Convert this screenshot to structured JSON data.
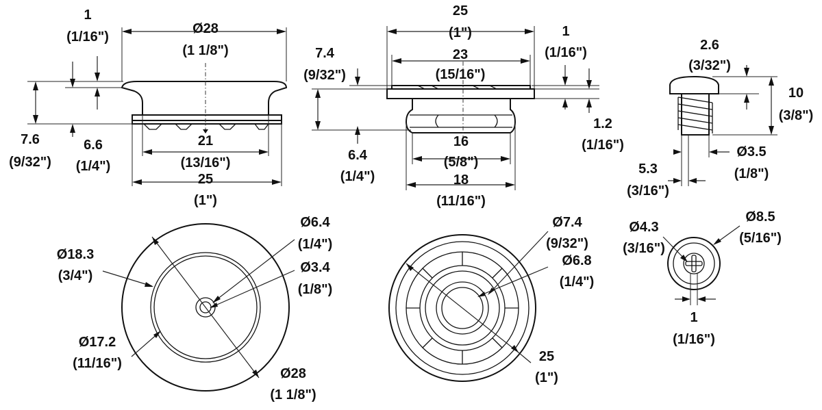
{
  "labels": {
    "l1": "1",
    "l2": "(1/16\")",
    "l3": "Ø28",
    "l4": "(1 1/8\")",
    "l5": "7.6",
    "l6": "(9/32\")",
    "l7": "6.6",
    "l8": "(1/4\")",
    "l9": "21",
    "l10": "(13/16\")",
    "l11": "25",
    "l12": "(1\")",
    "l13": "25",
    "l14": "(1\")",
    "l15": "7.4",
    "l16": "(9/32\")",
    "l17": "23",
    "l18": "(15/16\")",
    "l19": "1",
    "l20": "(1/16\")",
    "l21": "1.2",
    "l22": "(1/16\")",
    "l23": "6.4",
    "l24": "(1/4\")",
    "l25": "16",
    "l26": "(5/8\")",
    "l27": "18",
    "l28": "(11/16\")",
    "l29": "2.6",
    "l30": "(3/32\")",
    "l31": "10",
    "l32": "(3/8\")",
    "l33": "Ø3.5",
    "l34": "(1/8\")",
    "l35": "5.3",
    "l36": "(3/16\")",
    "l37": "Ø18.3",
    "l38": "(3/4\")",
    "l39": "Ø6.4",
    "l40": "(1/4\")",
    "l41": "Ø3.4",
    "l42": "(1/8\")",
    "l43": "Ø17.2",
    "l44": "(11/16\")",
    "l45": "Ø28",
    "l46": "(1 1/8\")",
    "l47": "Ø7.4",
    "l48": "(9/32\")",
    "l49": "Ø6.8",
    "l50": "(1/4\")",
    "l51": "25",
    "l52": "(1\")",
    "l53": "Ø4.3",
    "l54": "(3/16\")",
    "l55": "Ø8.5",
    "l56": "(5/16\")",
    "l57": "1",
    "l58": "(1/16\")"
  }
}
